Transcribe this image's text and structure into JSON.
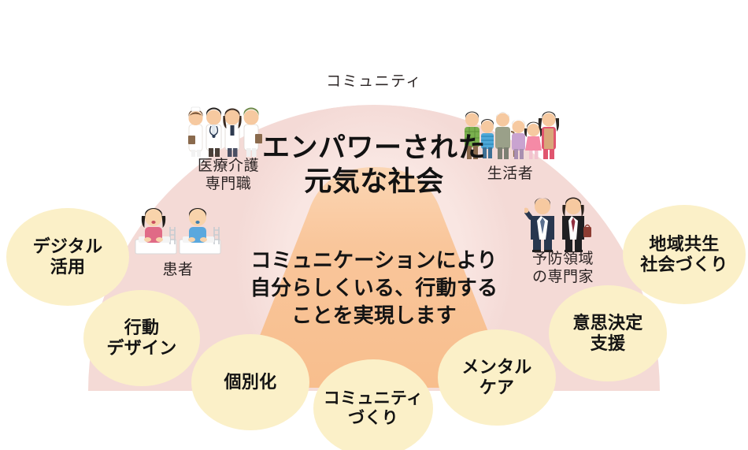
{
  "diagram": {
    "community_label": "コミュニティ",
    "hero": {
      "line1": "エンパワーされた",
      "line2": "元気な社会"
    },
    "center_message": "コミュニケーションにより\n自分らしくいる、行動する\nことを実現します",
    "actor_groups": [
      {
        "id": "medical-care-professionals",
        "label": "医療介護\n専門職",
        "icon": "medical-staff-group-icon"
      },
      {
        "id": "residents",
        "label": "生活者",
        "icon": "family-group-icon"
      },
      {
        "id": "patients",
        "label": "患者",
        "icon": "patients-in-bed-icon"
      },
      {
        "id": "prevention-experts",
        "label": "予防領域\nの専門家",
        "icon": "business-people-icon"
      }
    ],
    "ovals": [
      {
        "id": "digital-utilization",
        "label": "デジタル\n活用"
      },
      {
        "id": "behavior-design",
        "label": "行動\nデザイン"
      },
      {
        "id": "personalization",
        "label": "個別化"
      },
      {
        "id": "community-building",
        "label": "コミュニティ\nづくり"
      },
      {
        "id": "mental-care",
        "label": "メンタル\nケア"
      },
      {
        "id": "decision-support",
        "label": "意思決定\n支援"
      },
      {
        "id": "regional-symbiosis",
        "label": "地域共生\n社会づくり"
      }
    ],
    "colors": {
      "fan_pink": "#F4DAD6",
      "inner_glow": "#FAE9E6",
      "triangle_orange": "#F9C396",
      "oval_cream": "#FBF0C8",
      "text_dark": "#121212",
      "page_background": "#FFFFFF"
    }
  }
}
